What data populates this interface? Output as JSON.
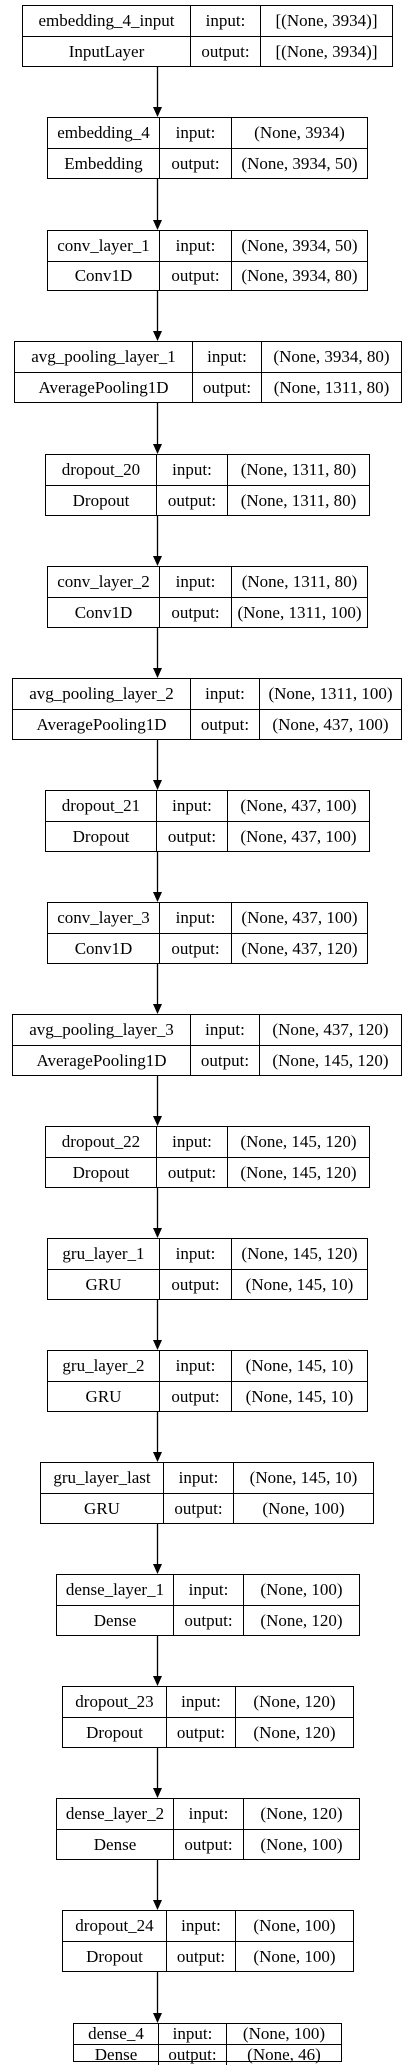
{
  "input_label": "input:",
  "output_label": "output:",
  "layers": [
    {
      "name": "embedding_4_input",
      "type": "InputLayer",
      "input": "[(None, 3934)]",
      "output": "[(None, 3934)]"
    },
    {
      "name": "embedding_4",
      "type": "Embedding",
      "input": "(None, 3934)",
      "output": "(None, 3934, 50)"
    },
    {
      "name": "conv_layer_1",
      "type": "Conv1D",
      "input": "(None, 3934, 50)",
      "output": "(None, 3934, 80)"
    },
    {
      "name": "avg_pooling_layer_1",
      "type": "AveragePooling1D",
      "input": "(None, 3934, 80)",
      "output": "(None, 1311, 80)"
    },
    {
      "name": "dropout_20",
      "type": "Dropout",
      "input": "(None, 1311, 80)",
      "output": "(None, 1311, 80)"
    },
    {
      "name": "conv_layer_2",
      "type": "Conv1D",
      "input": "(None, 1311, 80)",
      "output": "(None, 1311, 100)"
    },
    {
      "name": "avg_pooling_layer_2",
      "type": "AveragePooling1D",
      "input": "(None, 1311, 100)",
      "output": "(None, 437, 100)"
    },
    {
      "name": "dropout_21",
      "type": "Dropout",
      "input": "(None, 437, 100)",
      "output": "(None, 437, 100)"
    },
    {
      "name": "conv_layer_3",
      "type": "Conv1D",
      "input": "(None, 437, 100)",
      "output": "(None, 437, 120)"
    },
    {
      "name": "avg_pooling_layer_3",
      "type": "AveragePooling1D",
      "input": "(None, 437, 120)",
      "output": "(None, 145, 120)"
    },
    {
      "name": "dropout_22",
      "type": "Dropout",
      "input": "(None, 145, 120)",
      "output": "(None, 145, 120)"
    },
    {
      "name": "gru_layer_1",
      "type": "GRU",
      "input": "(None, 145, 120)",
      "output": "(None, 145, 10)"
    },
    {
      "name": "gru_layer_2",
      "type": "GRU",
      "input": "(None, 145, 10)",
      "output": "(None, 145, 10)"
    },
    {
      "name": "gru_layer_last",
      "type": "GRU",
      "input": "(None, 145, 10)",
      "output": "(None, 100)"
    },
    {
      "name": "dense_layer_1",
      "type": "Dense",
      "input": "(None, 100)",
      "output": "(None, 120)"
    },
    {
      "name": "dropout_23",
      "type": "Dropout",
      "input": "(None, 120)",
      "output": "(None, 120)"
    },
    {
      "name": "dense_layer_2",
      "type": "Dense",
      "input": "(None, 120)",
      "output": "(None, 100)"
    },
    {
      "name": "dropout_24",
      "type": "Dropout",
      "input": "(None, 100)",
      "output": "(None, 100)"
    },
    {
      "name": "dense_4",
      "type": "Dense",
      "input": "(None, 100)",
      "output": "(None, 46)"
    }
  ]
}
